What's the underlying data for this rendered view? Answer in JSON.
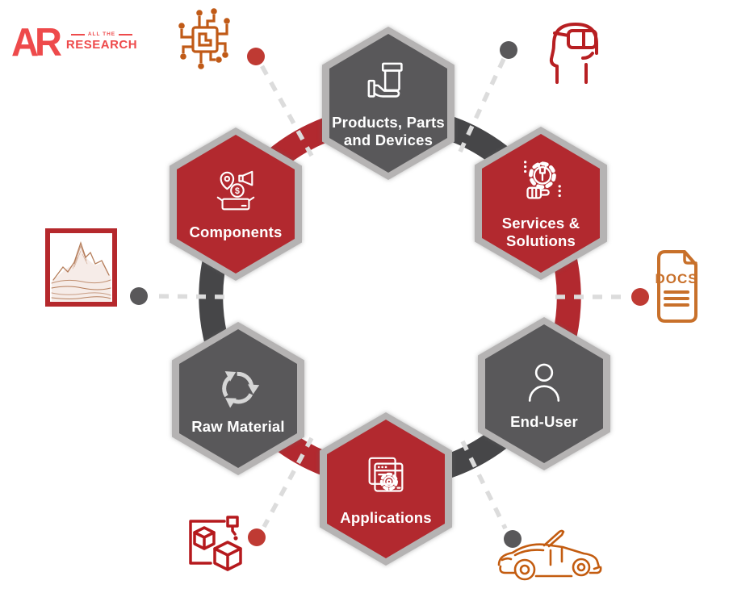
{
  "title": "Product ecosystem hexagon cycle diagram",
  "colors": {
    "hex_red": "#b2292f",
    "hex_gray": "#59585a",
    "hex_border": "#b5b3b3",
    "ring_red": "#b2292f",
    "ring_gray": "#464648",
    "dash": "#dcdcdc",
    "dot_red": "#bf3a33",
    "dot_gray": "#59585a",
    "docs_orange": "#c8702a",
    "car_orange": "#c35c10",
    "chip_orange": "#c05a17",
    "icon_red": "#b5191d",
    "logo_red": "#ee4a4b",
    "sepia": "#a9683f",
    "frame_red": "#b5282c",
    "icon_white": "#ffffff",
    "recycle_gray": "#d6d6d6"
  },
  "logo": {
    "monogram": "AR",
    "tagline": "ALL THE",
    "name": "RESEARCH"
  },
  "hexagons": {
    "products": {
      "line1": "Products, Parts",
      "line2": "and Devices",
      "color": "gray",
      "icon": "hand-holding-product-icon"
    },
    "services": {
      "line1": "Services &",
      "line2": "Solutions",
      "color": "red",
      "icon": "gear-wrench-approval-icon"
    },
    "end_user": {
      "line1": "End-User",
      "color": "gray",
      "icon": "person-icon"
    },
    "applications": {
      "line1": "Applications",
      "color": "red",
      "icon": "app-windows-gear-icon"
    },
    "raw_material": {
      "line1": "Raw Material",
      "color": "gray",
      "icon": "recycle-arrows-icon"
    },
    "components": {
      "line1": "Components",
      "color": "red",
      "icon": "components-marketing-icon"
    }
  },
  "satellites": {
    "circuit_chip": {
      "icon": "circuit-chip-icon"
    },
    "vr_head": {
      "icon": "vr-headset-head-icon"
    },
    "docs": {
      "icon": "document-icon",
      "label": "DOCS"
    },
    "car": {
      "icon": "sports-car-icon"
    },
    "printer_3d": {
      "icon": "3d-printer-cubes-icon"
    },
    "mountain_art": {
      "icon": "mountain-sketch-picture"
    }
  }
}
